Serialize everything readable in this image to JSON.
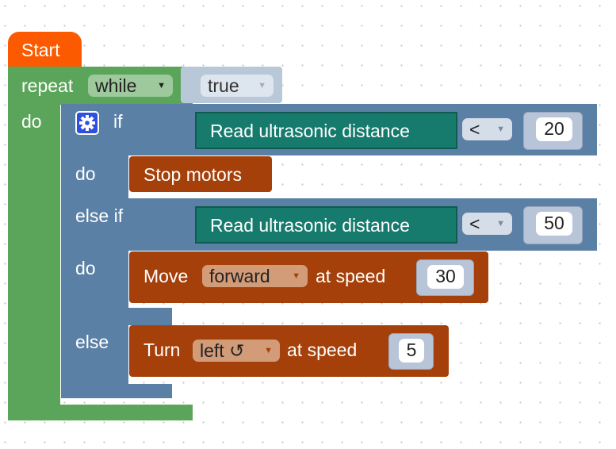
{
  "workspace": {
    "start_label": "Start",
    "repeat": {
      "label": "repeat",
      "mode_dropdown": "while",
      "condition_dropdown": "true",
      "do_label": "do"
    },
    "if_block": {
      "if_label": "if",
      "do_label": "do",
      "else_if_label": "else if",
      "else_label": "else",
      "condition_1": {
        "sensor_label": "Read ultrasonic distance",
        "operator": "<",
        "value": "20"
      },
      "action_1": {
        "label": "Stop motors"
      },
      "condition_2": {
        "sensor_label": "Read ultrasonic distance",
        "operator": "<",
        "value": "50"
      },
      "action_2": {
        "move_label": "Move",
        "direction": "forward",
        "at_speed_label": "at speed",
        "speed": "30"
      },
      "else_action": {
        "turn_label": "Turn",
        "direction": "left ↺",
        "at_speed_label": "at speed",
        "speed": "5"
      }
    }
  },
  "colors": {
    "hat": "#fc5a00",
    "loop": "#5ba55b",
    "logic": "#5b80a5",
    "motor": "#a5400a",
    "sensor": "#167b6d",
    "gear": "#2f4fe0"
  }
}
